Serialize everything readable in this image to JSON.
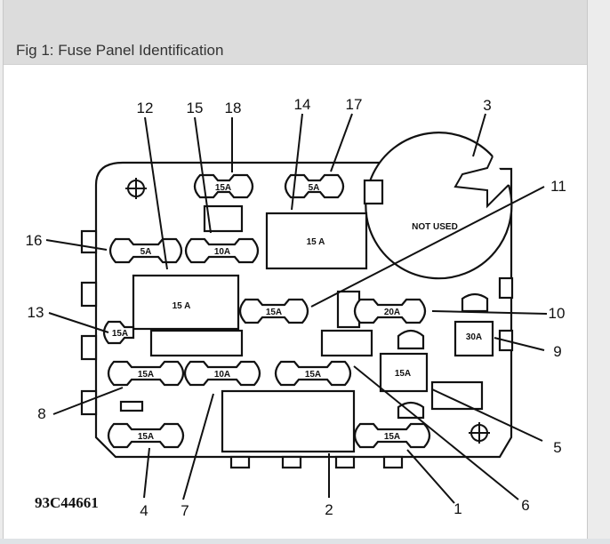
{
  "caption": "Fig 1: Fuse Panel Identification",
  "figure_code": "93C44661",
  "not_used_label": "NOT USED",
  "callouts": {
    "c1": "1",
    "c2": "2",
    "c3": "3",
    "c4": "4",
    "c5": "5",
    "c6": "6",
    "c7": "7",
    "c8": "8",
    "c9": "9",
    "c10": "10",
    "c11": "11",
    "c12": "12",
    "c13": "13",
    "c14": "14",
    "c15": "15",
    "c16": "16",
    "c17": "17",
    "c18": "18"
  },
  "fuses": {
    "f18": "15A",
    "f17": "5A",
    "f14": "15 A",
    "f16": "5A",
    "f15": "10A",
    "f12": "15 A",
    "f11": "15A",
    "f10": "20A",
    "f13": "15A",
    "f9": "30A",
    "f8": "15A",
    "f7": "10A",
    "f6": "15A",
    "f5": "15A",
    "f4": "15A",
    "f1": "15A"
  }
}
